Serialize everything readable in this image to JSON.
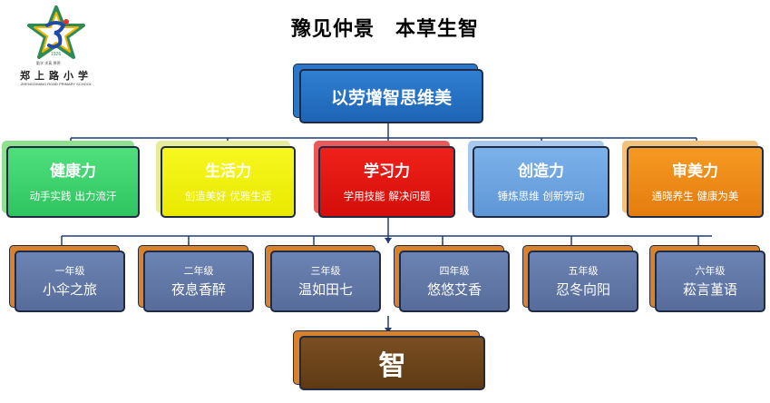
{
  "title": "豫见仲景　本草生智",
  "logo": {
    "school_name": "郑上路小学",
    "school_en": "ZHENGSHANG ROAD PRIMARY SCHOOL",
    "motto": "勤学 求真 厚德",
    "year": "1926"
  },
  "root": {
    "label": "以劳增智思维美"
  },
  "competencies": [
    {
      "title": "健康力",
      "subtitle": "动手实践  出力流汗"
    },
    {
      "title": "生活力",
      "subtitle": "创造美好  优雅生活"
    },
    {
      "title": "学习力",
      "subtitle": "学用技能  解决问题"
    },
    {
      "title": "创造力",
      "subtitle": "锤炼思维    创新劳动"
    },
    {
      "title": "审美力",
      "subtitle": "通晓养生  健康为美"
    }
  ],
  "grades": [
    {
      "grade": "一年级",
      "course": "小伞之旅"
    },
    {
      "grade": "二年级",
      "course": "夜息香醉"
    },
    {
      "grade": "三年级",
      "course": "温如田七"
    },
    {
      "grade": "四年级",
      "course": "悠悠艾香"
    },
    {
      "grade": "五年级",
      "course": "忍冬向阳"
    },
    {
      "grade": "六年级",
      "course": "菘言堇语"
    }
  ],
  "bottom": {
    "label": "智"
  },
  "colors": {
    "root": "#2a76c8",
    "competencies": [
      "#3bd16b",
      "#f2f20a",
      "#e8150f",
      "#6ea6e0",
      "#f08a17"
    ],
    "competency_backs": [
      "#8fe08f",
      "#e6ec9a",
      "#e85a5a",
      "#a8c8ee",
      "#f2c27a"
    ],
    "grade": "#6178a8",
    "grade_back": "#d9822b",
    "bottom": "#6b4519",
    "bottom_back": "#d9822b",
    "connector": "#1f3c78"
  }
}
